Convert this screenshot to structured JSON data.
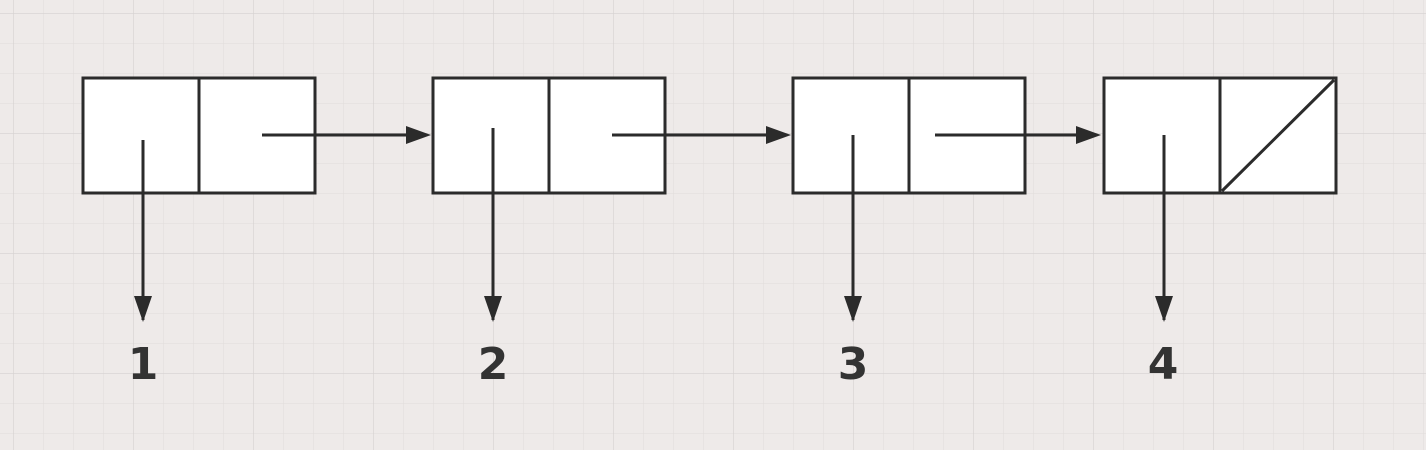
{
  "diagram": {
    "colors": {
      "background": "#eeeae9",
      "grid_minor": "#e0dcdb",
      "grid_major": "#d5d1d0",
      "box_fill": "#ffffff",
      "stroke": "#2b2b2b",
      "label": "#333333"
    },
    "nodes": [
      {
        "value": "1",
        "next": "pointer"
      },
      {
        "value": "2",
        "next": "pointer"
      },
      {
        "value": "3",
        "next": "pointer"
      },
      {
        "value": "4",
        "next": "null"
      }
    ]
  }
}
